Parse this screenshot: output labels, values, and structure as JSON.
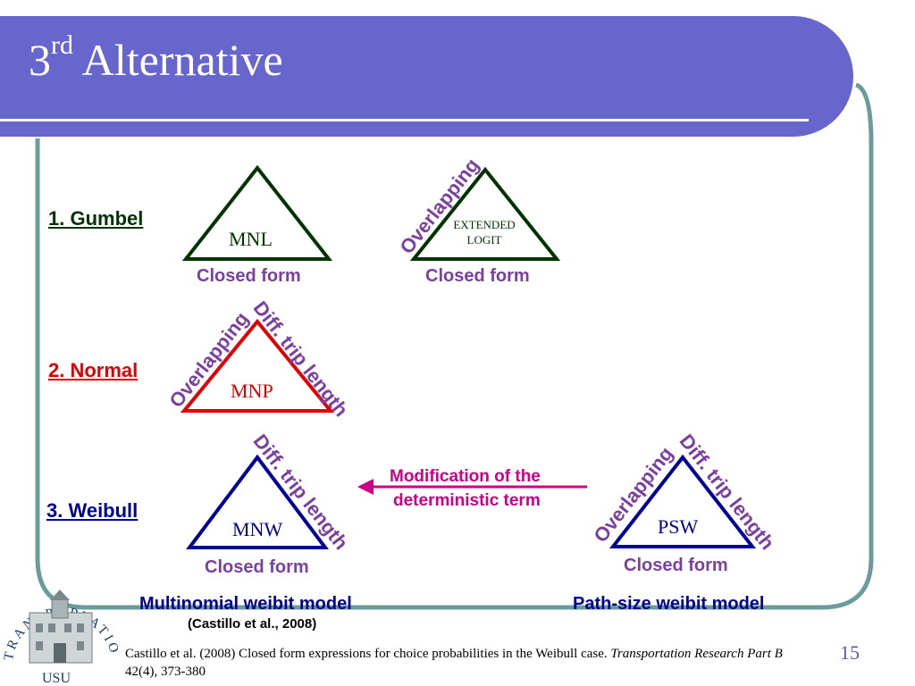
{
  "slide": {
    "title_base": "3",
    "title_sup": "rd",
    "title_rest": " Alternative",
    "page_number": "15"
  },
  "rows": [
    {
      "label": "1. Gumbel",
      "color": "#003300"
    },
    {
      "label": "2. Normal",
      "color": "#e00000"
    },
    {
      "label": "3. Weibull",
      "color": "#000099"
    }
  ],
  "triangles": {
    "mnl": {
      "label": "MNL",
      "caption": "Closed form"
    },
    "extended_logit": {
      "label_line1": "EXTENDED",
      "label_line2": "LOGIT",
      "caption": "Closed form",
      "side_left": "Overlapping"
    },
    "mnp": {
      "label": "MNP",
      "side_left": "Overlapping",
      "side_right": "Diff. trip length"
    },
    "mnw": {
      "label": "MNW",
      "caption": "Closed form",
      "side_right": "Diff. trip length"
    },
    "psw": {
      "label": "PSW",
      "caption": "Closed form",
      "side_left": "Overlapping",
      "side_right": "Diff. trip length"
    }
  },
  "arrow": {
    "line1": "Modification of the",
    "line2": "deterministic term",
    "color": "#cc0088"
  },
  "models": {
    "mnw_name": "Multinomial weibit model",
    "mnw_cite": "(Castillo et al., 2008)",
    "psw_name": "Path-size weibit model"
  },
  "reference": {
    "line1_plain": "Castillo et al. (2008) Closed form expressions for choice probabilities in the Weibull case. ",
    "line1_italic": "Transportation Research Part B",
    "line2": "42(4), 373-380"
  },
  "logo": {
    "arc_text": "TRANSPORTATION",
    "bottom_text": "USU"
  },
  "colors": {
    "title_bar": "#6666cc",
    "frame": "#6b9c9c",
    "purple": "#7b3fa0",
    "green": "#003300",
    "red": "#e00000",
    "blue": "#000099"
  }
}
